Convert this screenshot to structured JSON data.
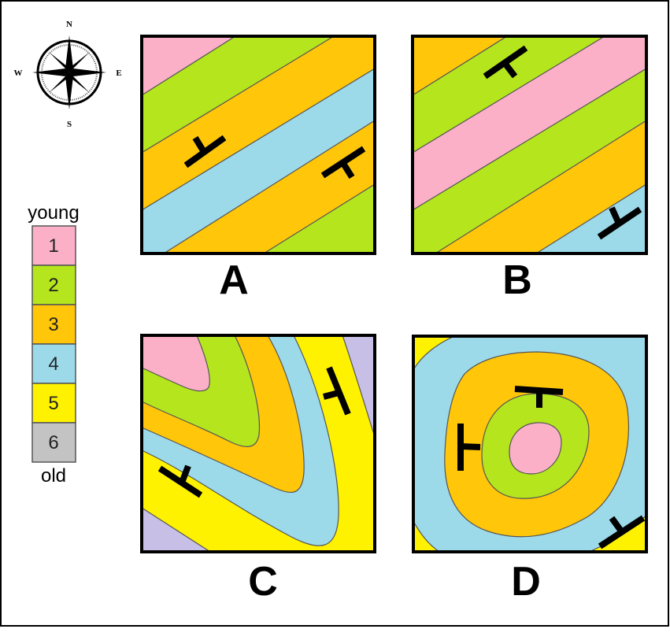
{
  "compass": {
    "north": "N",
    "south": "S",
    "east": "E",
    "west": "W"
  },
  "legend": {
    "top_label": "young",
    "bottom_label": "old",
    "units": [
      {
        "number": "1",
        "color": "#fbb0c8"
      },
      {
        "number": "2",
        "color": "#b5e51d"
      },
      {
        "number": "3",
        "color": "#ffc60a"
      },
      {
        "number": "4",
        "color": "#9cdaea"
      },
      {
        "number": "5",
        "color": "#fff200"
      },
      {
        "number": "6",
        "color": "#c3c3c3"
      }
    ]
  },
  "lavender_unit_color": "#c8bfe7",
  "maps": [
    {
      "label": "A"
    },
    {
      "label": "B"
    },
    {
      "label": "C"
    },
    {
      "label": "D"
    }
  ]
}
